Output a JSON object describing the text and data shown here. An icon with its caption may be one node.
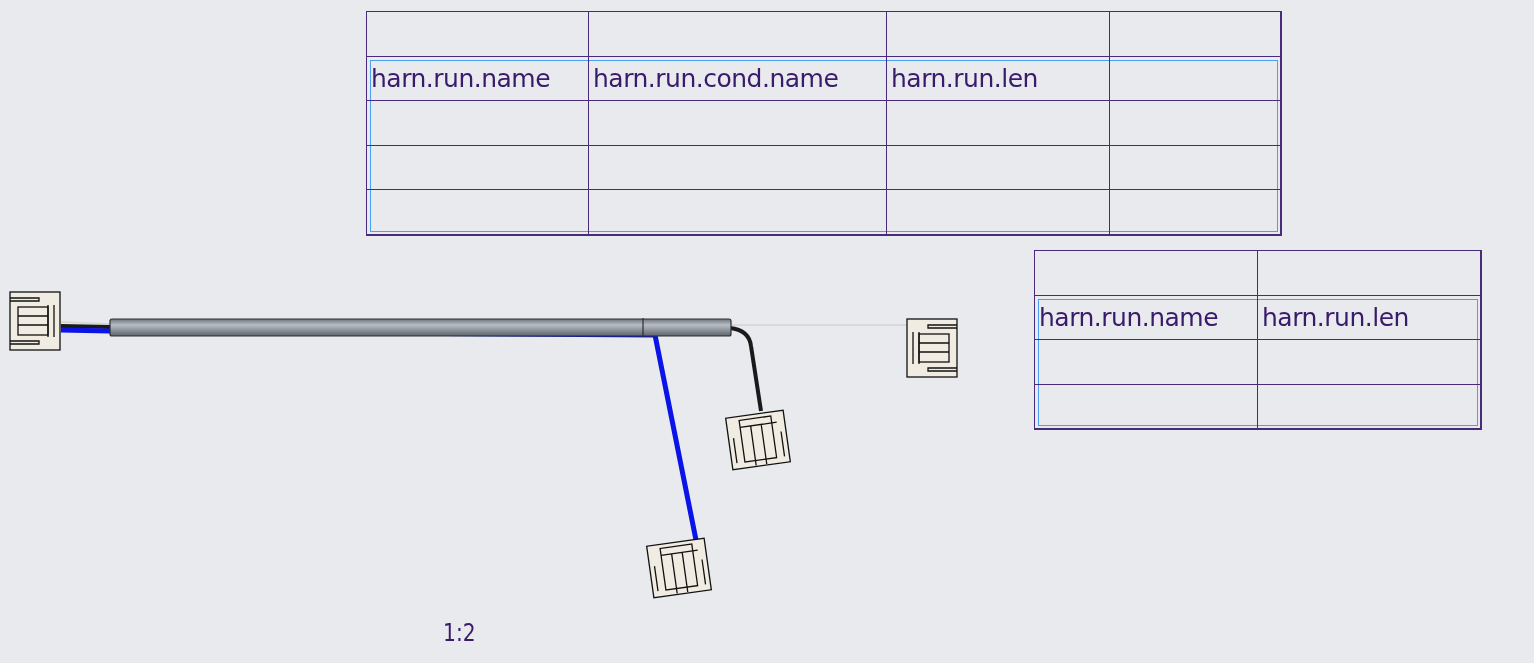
{
  "diagram": {
    "nodes": [
      {
        "text": [],
        "shape": "picture"
      },
      {
        "text": [],
        "shape": "picture"
      },
      {
        "text": [],
        "shape": "picture"
      },
      {
        "text": [],
        "shape": "picture"
      }
    ],
    "edges": [
      {
        "from": 0,
        "to": 1,
        "arrow": "none",
        "color": "#d4d4d4"
      },
      {
        "from": 0,
        "to": 2,
        "arrow": "none",
        "color": "#1a1a1a"
      },
      {
        "from": 0,
        "to": 3,
        "arrow": "none",
        "color": "#0a14e6"
      }
    ],
    "labels": [
      "harn.run.name",
      "harn.run.cond.name",
      "harn.run.len",
      "harn.run.name",
      "harn.run.len",
      "1:2"
    ]
  }
}
